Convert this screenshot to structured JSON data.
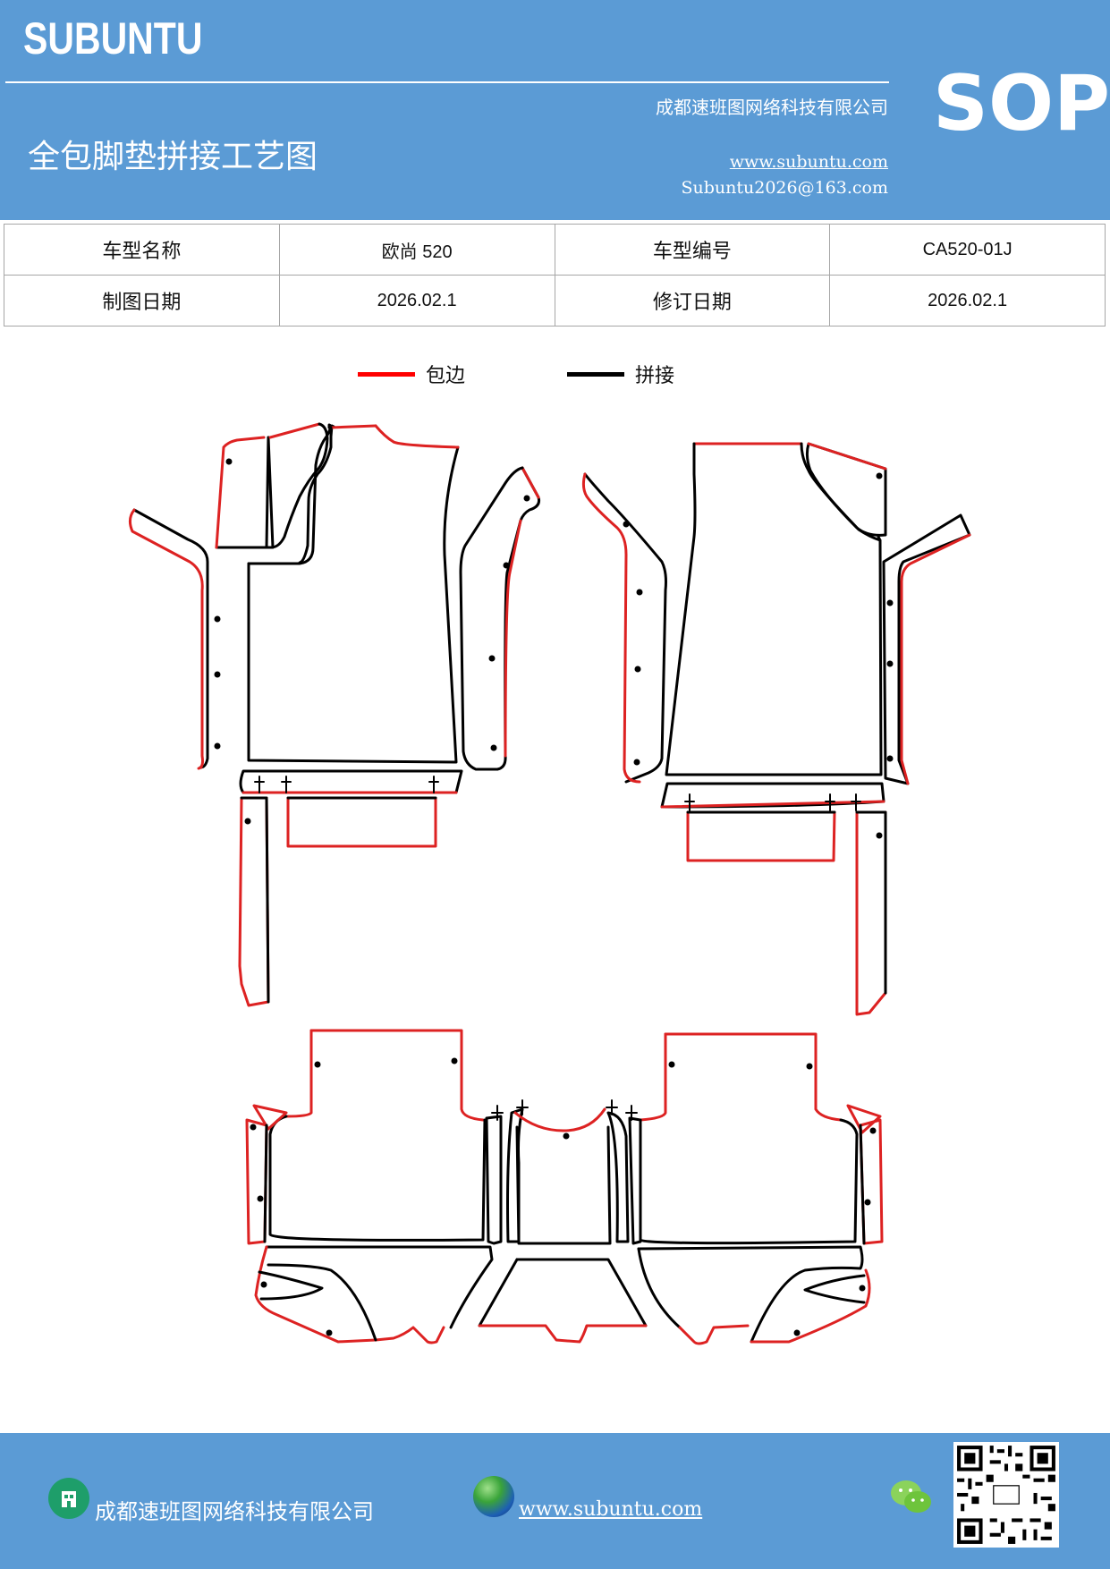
{
  "header": {
    "logo": "SUBUNTU",
    "company": "成都速班图网络科技有限公司",
    "title": "全包脚垫拼接工艺图",
    "website": "www.subuntu.com",
    "email": "Subuntu2026@163.com",
    "badge": "SOP"
  },
  "info_table": {
    "row1": {
      "label1": "车型名称",
      "value1": "欧尚 520",
      "label2": "车型编号",
      "value2": "CA520-01J"
    },
    "row2": {
      "label1": "制图日期",
      "value1": "2026.02.1",
      "label2": "修订日期",
      "value2": "2026.02.1"
    }
  },
  "legend": {
    "edge": {
      "label": "包边",
      "color": "#ff0000"
    },
    "splice": {
      "label": "拼接",
      "color": "#000000"
    }
  },
  "footer": {
    "company": "成都速班图网络科技有限公司",
    "website": "www.subuntu.com",
    "icons": [
      "building-icon",
      "globe-icon",
      "wechat-icon",
      "qr-code"
    ]
  }
}
